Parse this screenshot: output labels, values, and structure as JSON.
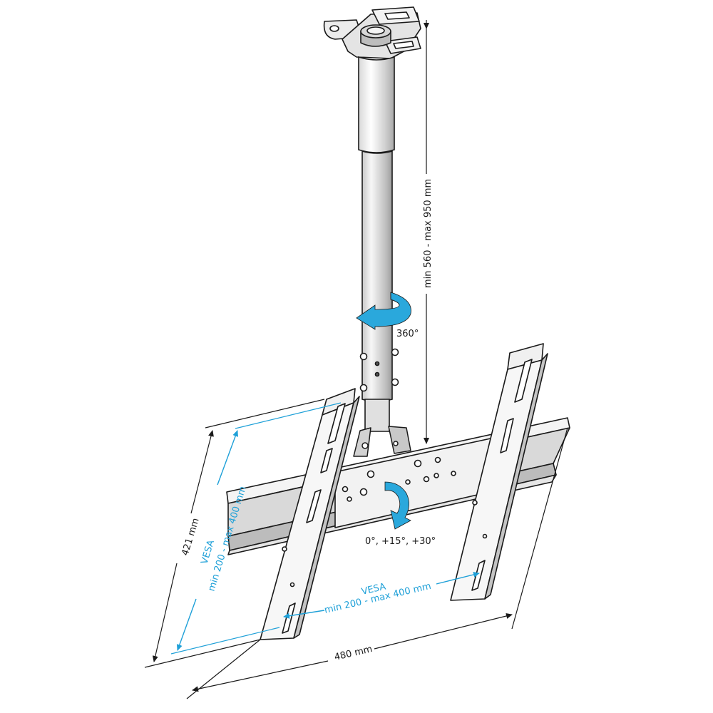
{
  "colors": {
    "line": "#1a1a1a",
    "accent": "#1ea0d8",
    "steel_light": "#f2f2f2",
    "steel_mid": "#c9c9c9",
    "steel_dark": "#9a9a9a"
  },
  "labels": {
    "height_range": "min 560 - max 950 mm",
    "rotation": "360°",
    "tilt": "0°, +15°, +30°",
    "vesa_vertical_title": "VESA",
    "vesa_vertical_range": "min 200 - max 400 mm",
    "vesa_horizontal_title": "VESA",
    "vesa_horizontal_range": "min 200 - max 400 mm",
    "height_dim": "421 mm",
    "width_dim": "480 mm"
  }
}
